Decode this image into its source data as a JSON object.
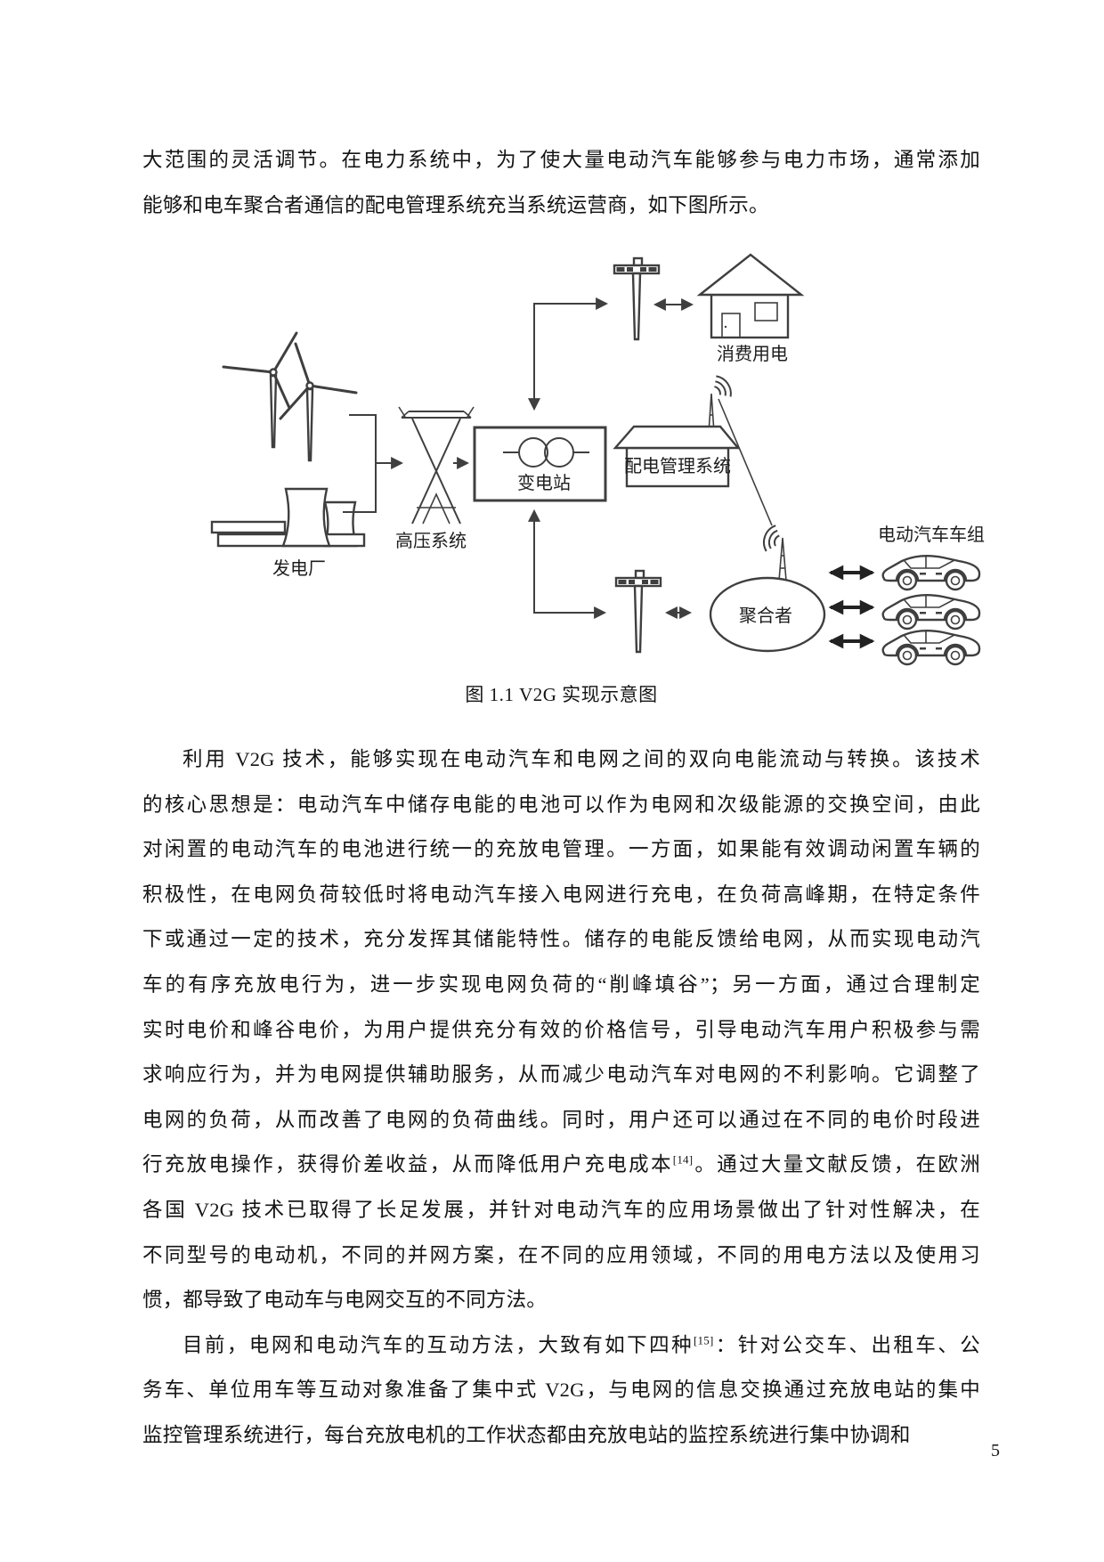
{
  "page": {
    "number": "5"
  },
  "intro": {
    "indent": false,
    "lines": [
      "大范围的灵活调节。在电力系统中，为了使大量电动汽车能够参与电力市场，通常添加",
      "能够和电车聚合者通信的配电管理系统充当系统运营商，如下图所示。"
    ]
  },
  "figure": {
    "caption": "图 1.1  V2G 实现示意图",
    "labels": {
      "power_plant": "发电厂",
      "high_voltage": "高压系统",
      "substation": "变电站",
      "consumer": "消费用电",
      "distribution_mgmt": "配电管理系统",
      "aggregator": "聚合者",
      "ev_fleet": "电动汽车车组"
    }
  },
  "body": {
    "paragraphs": [
      {
        "indent": true,
        "lines": [
          "利用 V2G 技术，能够实现在电动汽车和电网之间的双向电能流动与转换。该技术",
          "的核心思想是：电动汽车中储存电能的电池可以作为电网和次级能源的交换空间，由此",
          "对闲置的电动汽车的电池进行统一的充放电管理。一方面，如果能有效调动闲置车辆的",
          "积极性，在电网负荷较低时将电动汽车接入电网进行充电，在负荷高峰期，在特定条件",
          "下或通过一定的技术，充分发挥其储能特性。储存的电能反馈给电网，从而实现电动汽",
          "车的有序充放电行为，进一步实现电网负荷的“削峰填谷”；另一方面，通过合理制定",
          "实时电价和峰谷电价，为用户提供充分有效的价格信号，引导电动汽车用户积极参与需",
          "求响应行为，并为电网提供辅助服务，从而减少电动汽车对电网的不利影响。它调整了",
          "电网的负荷，从而改善了电网的负荷曲线。同时，用户还可以通过在不同的电价时段进",
          "行充放电操作，获得价差收益，从而降低用户充电成本[14]。通过大量文献反馈，在欧洲",
          "各国 V2G 技术已取得了长足发展，并针对电动汽车的应用场景做出了针对性解决，在",
          "不同型号的电动机，不同的并网方案，在不同的应用领域，不同的用电方法以及使用习",
          "惯，都导致了电动车与电网交互的不同方法。"
        ]
      },
      {
        "indent": true,
        "lines": [
          "目前，电网和电动汽车的互动方法，大致有如下四种[15]：针对公交车、出租车、公",
          "务车、单位用车等互动对象准备了集中式 V2G，与电网的信息交换通过充放电站的集中",
          "监控管理系统进行，每台充放电机的工作状态都由充放电站的监控系统进行集中协调和"
        ]
      }
    ]
  }
}
